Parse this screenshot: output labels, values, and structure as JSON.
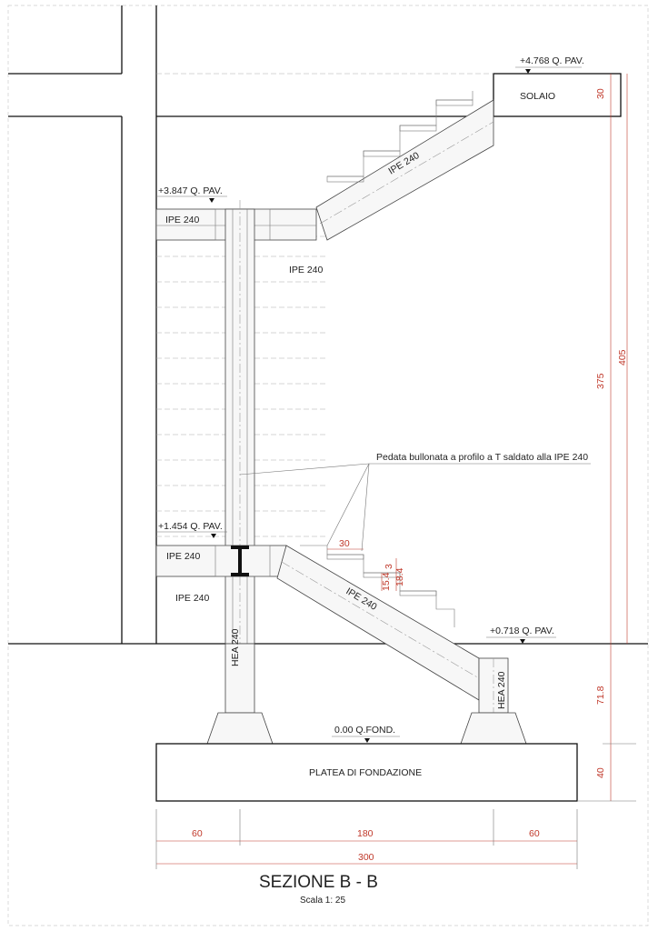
{
  "drawing": {
    "title": "SEZIONE B - B",
    "scale": "Scala 1: 25",
    "levels": {
      "top": "+4.768 Q. PAV.",
      "landing_upper": "+3.847 Q. PAV.",
      "landing_lower": "+1.454 Q. PAV.",
      "floor": "+0.718 Q. PAV.",
      "foundation": "0.00 Q.FOND."
    },
    "labels": {
      "solaio": "SOLAIO",
      "ipe_upper_flight": "IPE 240",
      "ipe_upper_landing": "IPE 240",
      "ipe_column": "IPE 240",
      "ipe_lower_landing": "IPE 240",
      "ipe_column_section": "IPE 240",
      "ipe_lower_flight": "IPE 240",
      "hea_left": "HEA 240",
      "hea_right": "HEA 240",
      "note": "Pedata bullonata a profilo a T saldato alla IPE 240",
      "platea": "PLATEA DI FONDAZIONE"
    },
    "dimensions": {
      "solaio_thickness": "30",
      "total_height": "405",
      "flight_height": "375",
      "step_tread": "30",
      "step_riser_a": "3",
      "step_riser_b": "15.4",
      "step_riser_c": "18.4",
      "floor_to_foundation": "71.8",
      "platea_thickness": "40",
      "span_left": "60",
      "span_middle": "180",
      "span_right": "60",
      "span_total": "300"
    }
  }
}
